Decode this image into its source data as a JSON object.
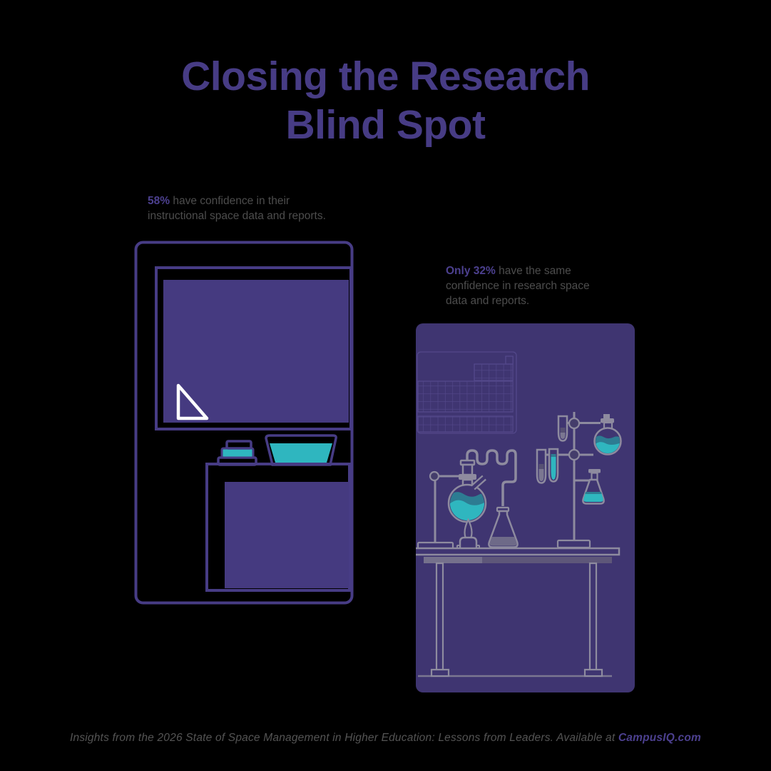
{
  "title": {
    "line1": "Closing the Research",
    "line2": "Blind Spot"
  },
  "stats": {
    "instructional": {
      "highlight": "58%",
      "rest": " have confidence in their instructional space data and reports."
    },
    "research": {
      "highlight": "Only 32%",
      "rest": " have the same confidence in research space data and reports."
    }
  },
  "footer": {
    "prefix": "Insights from the 2026 State of Space Management in Higher Education: Lessons from Leaders. Available at ",
    "link": "CampusIQ.com"
  },
  "illustrations": {
    "classroom": "instructional-space with whiteboard, set square, books, bin and desk",
    "lab": "research-space lab card with periodic table, flasks, test tubes, burner and bench"
  },
  "colors": {
    "background": "#000000",
    "title_purple": "#473c85",
    "highlight_purple": "#4c408f",
    "body_gray": "#4d4d4d",
    "footer_gray": "#545454",
    "teal": "#2fb6bf",
    "teal_dark": "#2d7c92",
    "board_purple": "#453a80",
    "lab_card_purple": "#3f3571",
    "lab_outline_gray": "#8e8b9f",
    "white": "#ffffff"
  }
}
